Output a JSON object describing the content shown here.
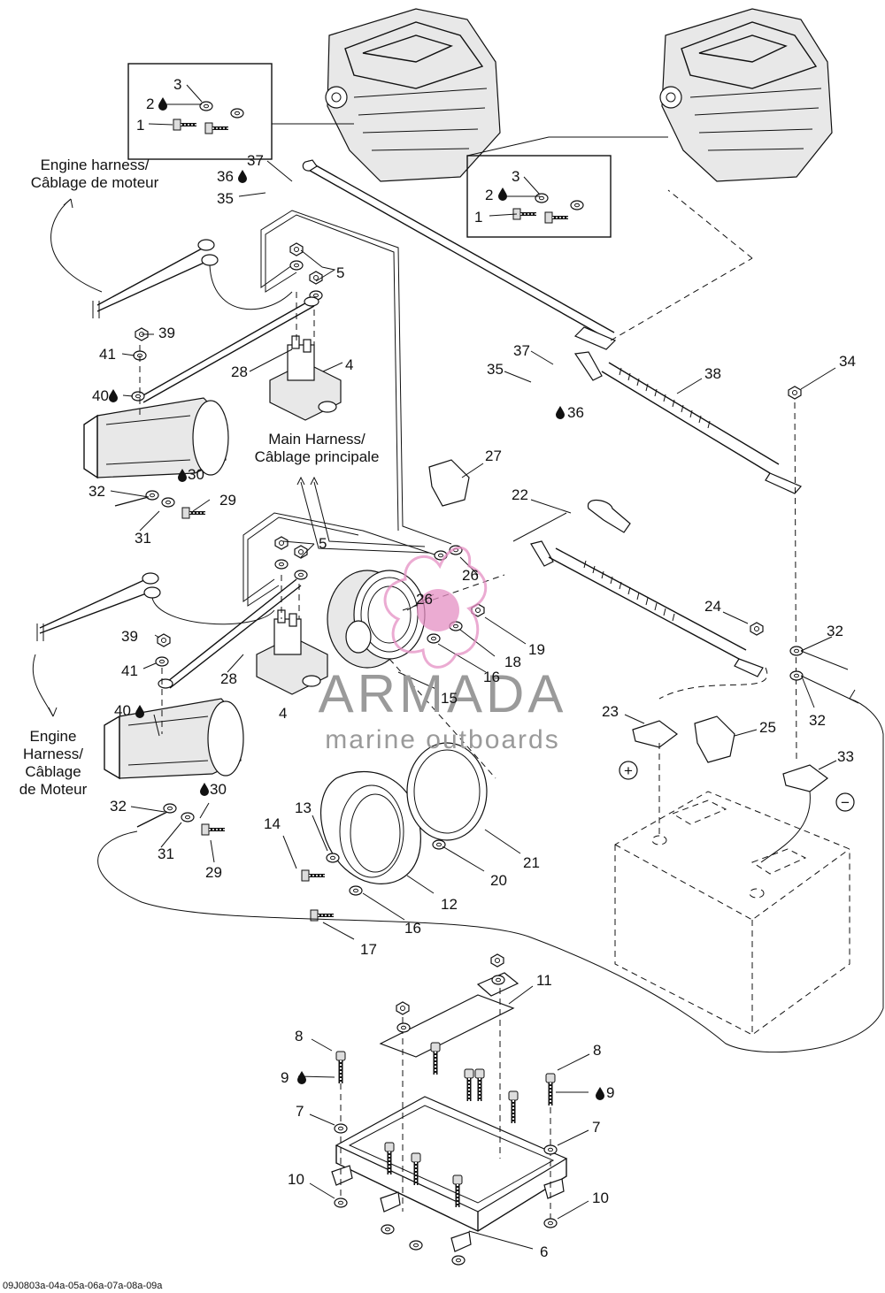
{
  "captions": {
    "engine_harness_top": [
      "Engine harness/",
      "Câblage de moteur"
    ],
    "engine_harness_left": [
      "Engine",
      "Harness/",
      "Câblage",
      "de Moteur"
    ],
    "main_harness": [
      "Main Harness/",
      "Câblage principale"
    ]
  },
  "watermark": {
    "brand": "ARMADA",
    "tagline": "marine outboards",
    "logo_color": "#e58fc3",
    "text_color": "#9a9a9a"
  },
  "reference_code": "09J0803a-04a-05a-06a-07a-08a-09a",
  "symbols": {
    "positive": "+",
    "negative": "−",
    "threadlocker": "drop-icon"
  },
  "callouts": {
    "c1": "1",
    "c2": "2",
    "c3": "3",
    "c4": "4",
    "c5": "5",
    "c6": "6",
    "c7": "7",
    "c8": "8",
    "c9": "9",
    "c10": "10",
    "c11": "11",
    "c12": "12",
    "c13": "13",
    "c14": "14",
    "c15": "15",
    "c16": "16",
    "c17": "17",
    "c18": "18",
    "c19": "19",
    "c20": "20",
    "c21": "21",
    "c22": "22",
    "c23": "23",
    "c24": "24",
    "c25": "25",
    "c26": "26",
    "c27": "27",
    "c28": "28",
    "c29": "29",
    "c30": "30",
    "c31": "31",
    "c32": "32",
    "c33": "33",
    "c34": "34",
    "c35": "35",
    "c36": "36",
    "c37": "37",
    "c38": "38",
    "c39": "39",
    "c40": "40",
    "c41": "41"
  }
}
